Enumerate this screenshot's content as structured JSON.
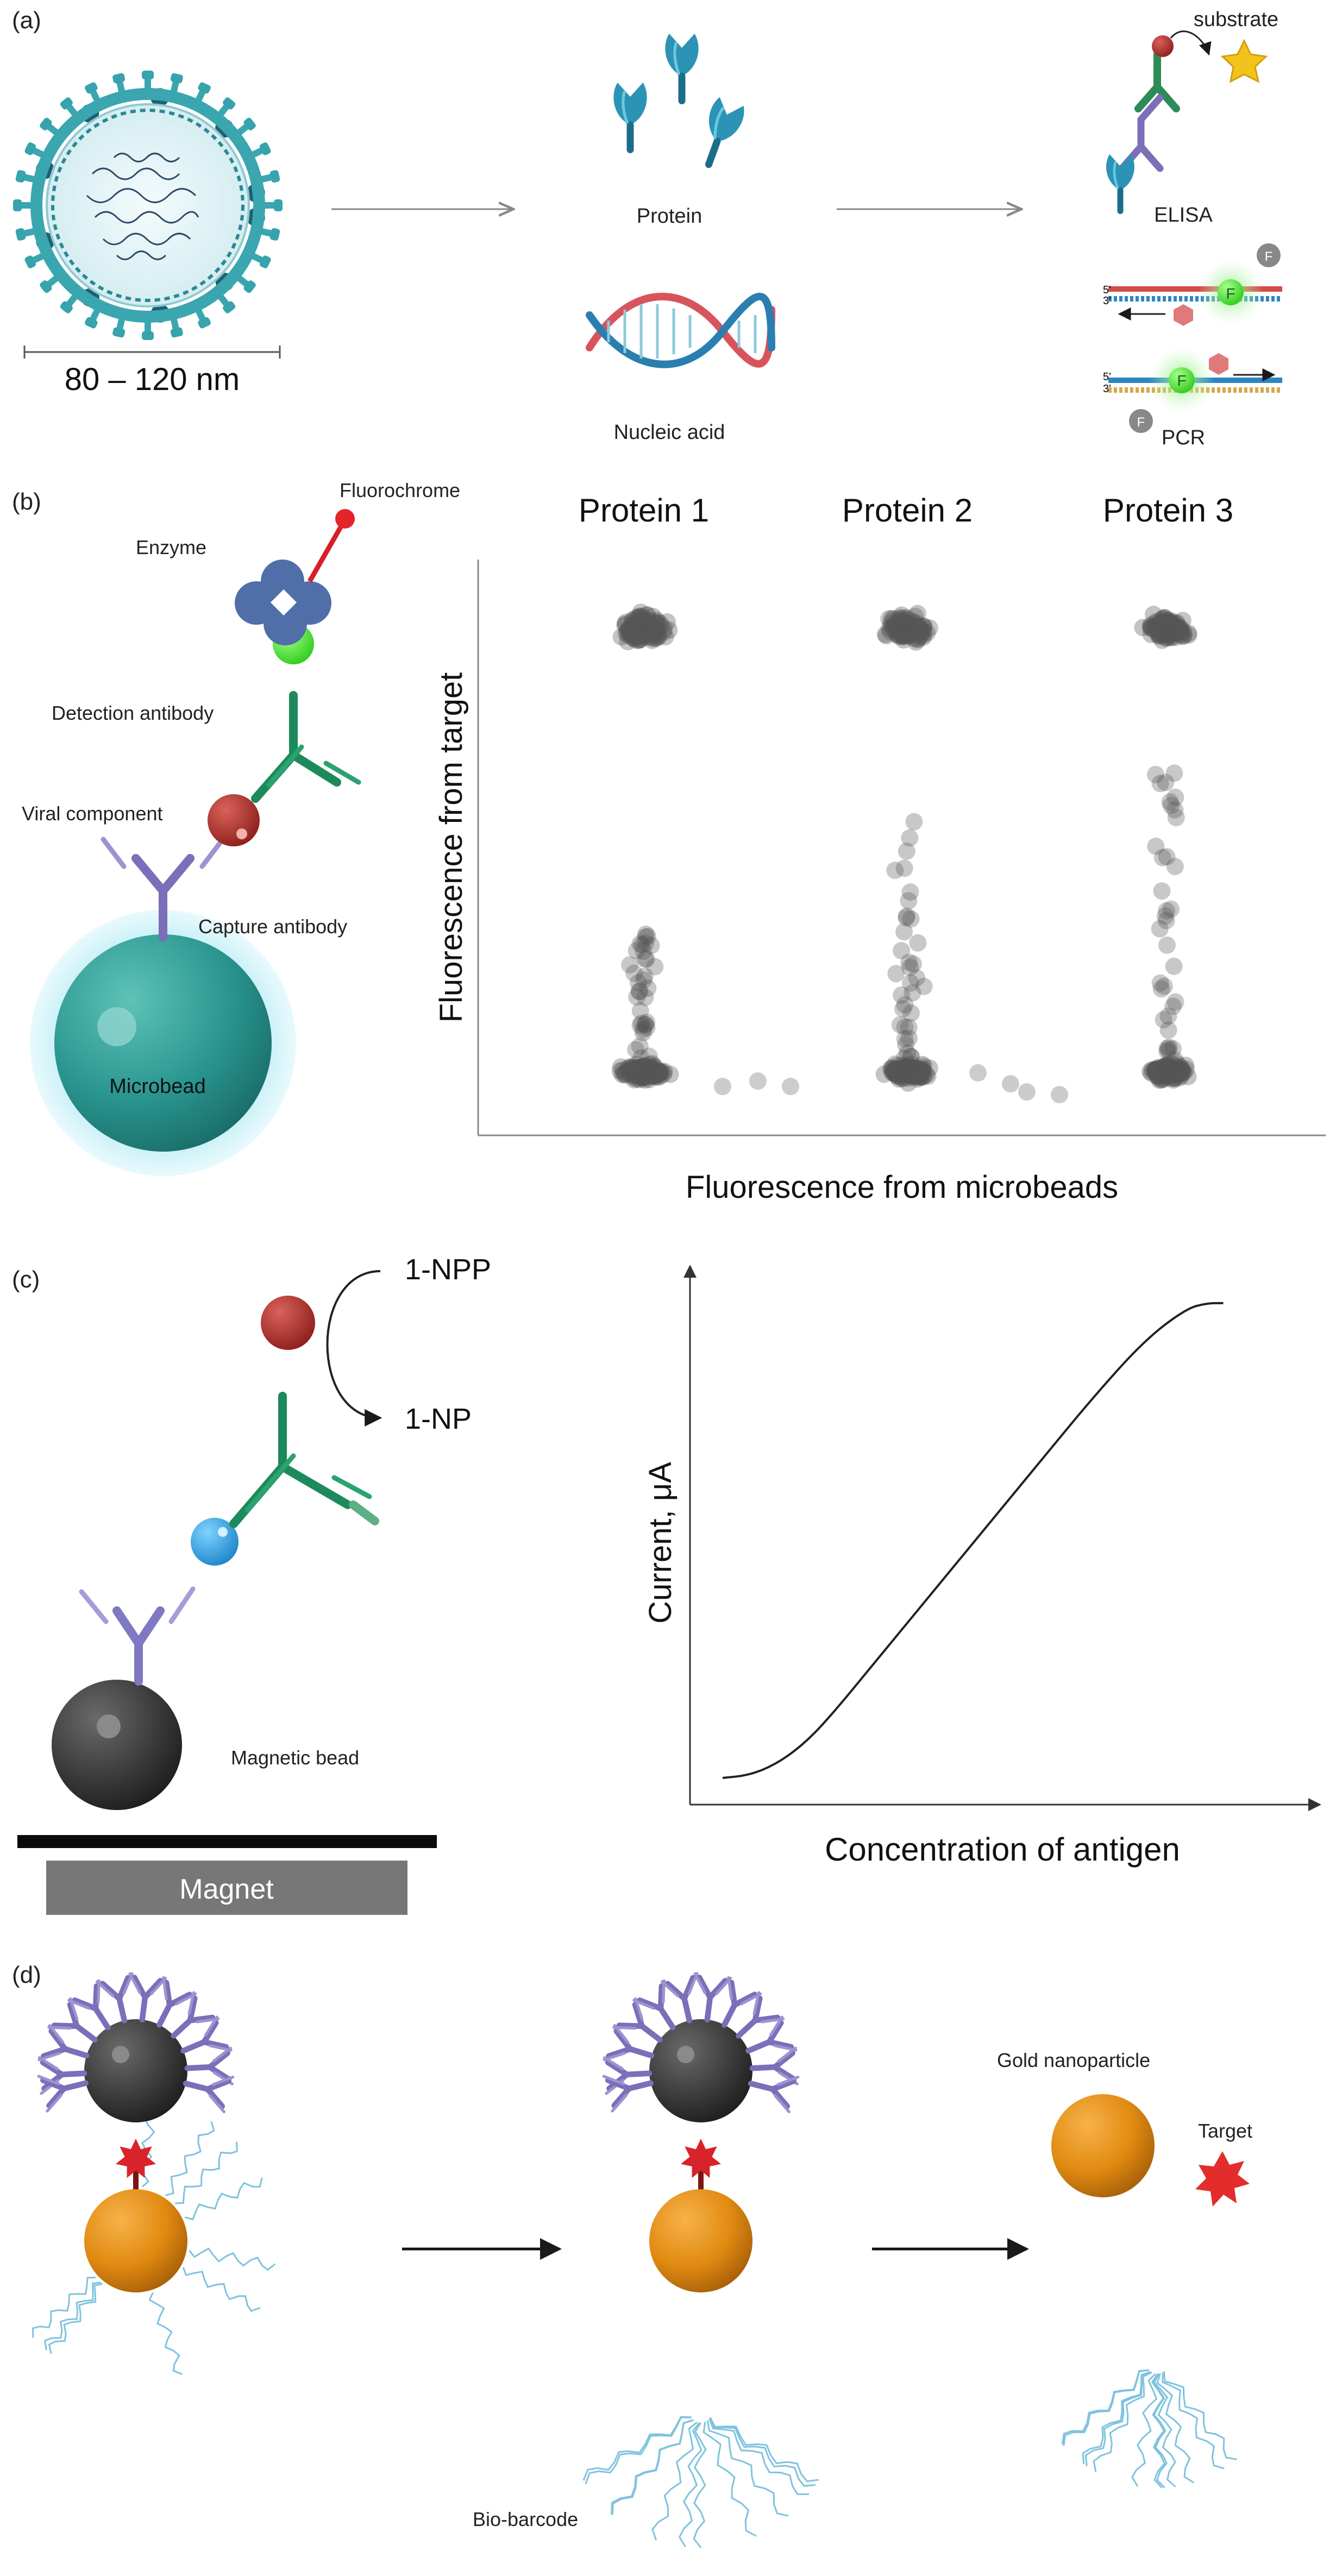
{
  "panels": {
    "a": {
      "letter": "(a)",
      "size_label": "80 – 120 nm",
      "protein_label": "Protein",
      "nucleic_label": "Nucleic acid",
      "substrate_label": "substrate",
      "elisa_label": "ELISA",
      "pcr_label": "PCR",
      "f_label": "F",
      "five_prime": "5'",
      "three_prime": "3'"
    },
    "b": {
      "letter": "(b)",
      "fluorochrome_label": "Fluorochrome",
      "enzyme_label": "Enzyme",
      "detection_label": "Detection antibody",
      "viral_label": "Viral component",
      "capture_label": "Capture antibody",
      "microbead_label": "Microbead"
    },
    "c": {
      "letter": "(c)",
      "npp_label": "1-NPP",
      "np_label": "1-NP",
      "magnetic_bead_label": "Magnetic bead",
      "magnet_label": "Magnet"
    },
    "d": {
      "letter": "(d)",
      "gold_label": "Gold nanoparticle",
      "target_label": "Target",
      "biobarcode_label": "Bio-barcode"
    }
  },
  "chart_data": [
    {
      "type": "scatter",
      "panel": "b",
      "xlabel": "Fluorescence from microbeads",
      "ylabel": "Fluorescence  from target",
      "categories": [
        "Protein 1",
        "Protein 2",
        "Protein 3"
      ],
      "grid": false,
      "legend": "none",
      "clusters": [
        {
          "name": "Protein 1",
          "high_cluster": "dense",
          "low_cluster": "dense",
          "low_spread_up_to": 0.35
        },
        {
          "name": "Protein 2",
          "high_cluster": "dense",
          "low_cluster": "dense",
          "low_spread_up_to": 0.55
        },
        {
          "name": "Protein 3",
          "high_cluster": "dense",
          "low_cluster": "dense",
          "low_spread_up_to": 0.65
        }
      ],
      "point_color": "#555555"
    },
    {
      "type": "line",
      "panel": "c",
      "xlabel": "Concentration of antigen",
      "ylabel": "Current, μA",
      "x": [
        0.0,
        0.05,
        0.1,
        0.15,
        0.2,
        0.3,
        0.4,
        0.5,
        0.6,
        0.7,
        0.8,
        0.88,
        0.92,
        0.95
      ],
      "y": [
        0.05,
        0.055,
        0.075,
        0.11,
        0.16,
        0.28,
        0.4,
        0.52,
        0.64,
        0.76,
        0.87,
        0.93,
        0.94,
        0.94
      ],
      "grid": false,
      "line_color": "#222222"
    }
  ]
}
